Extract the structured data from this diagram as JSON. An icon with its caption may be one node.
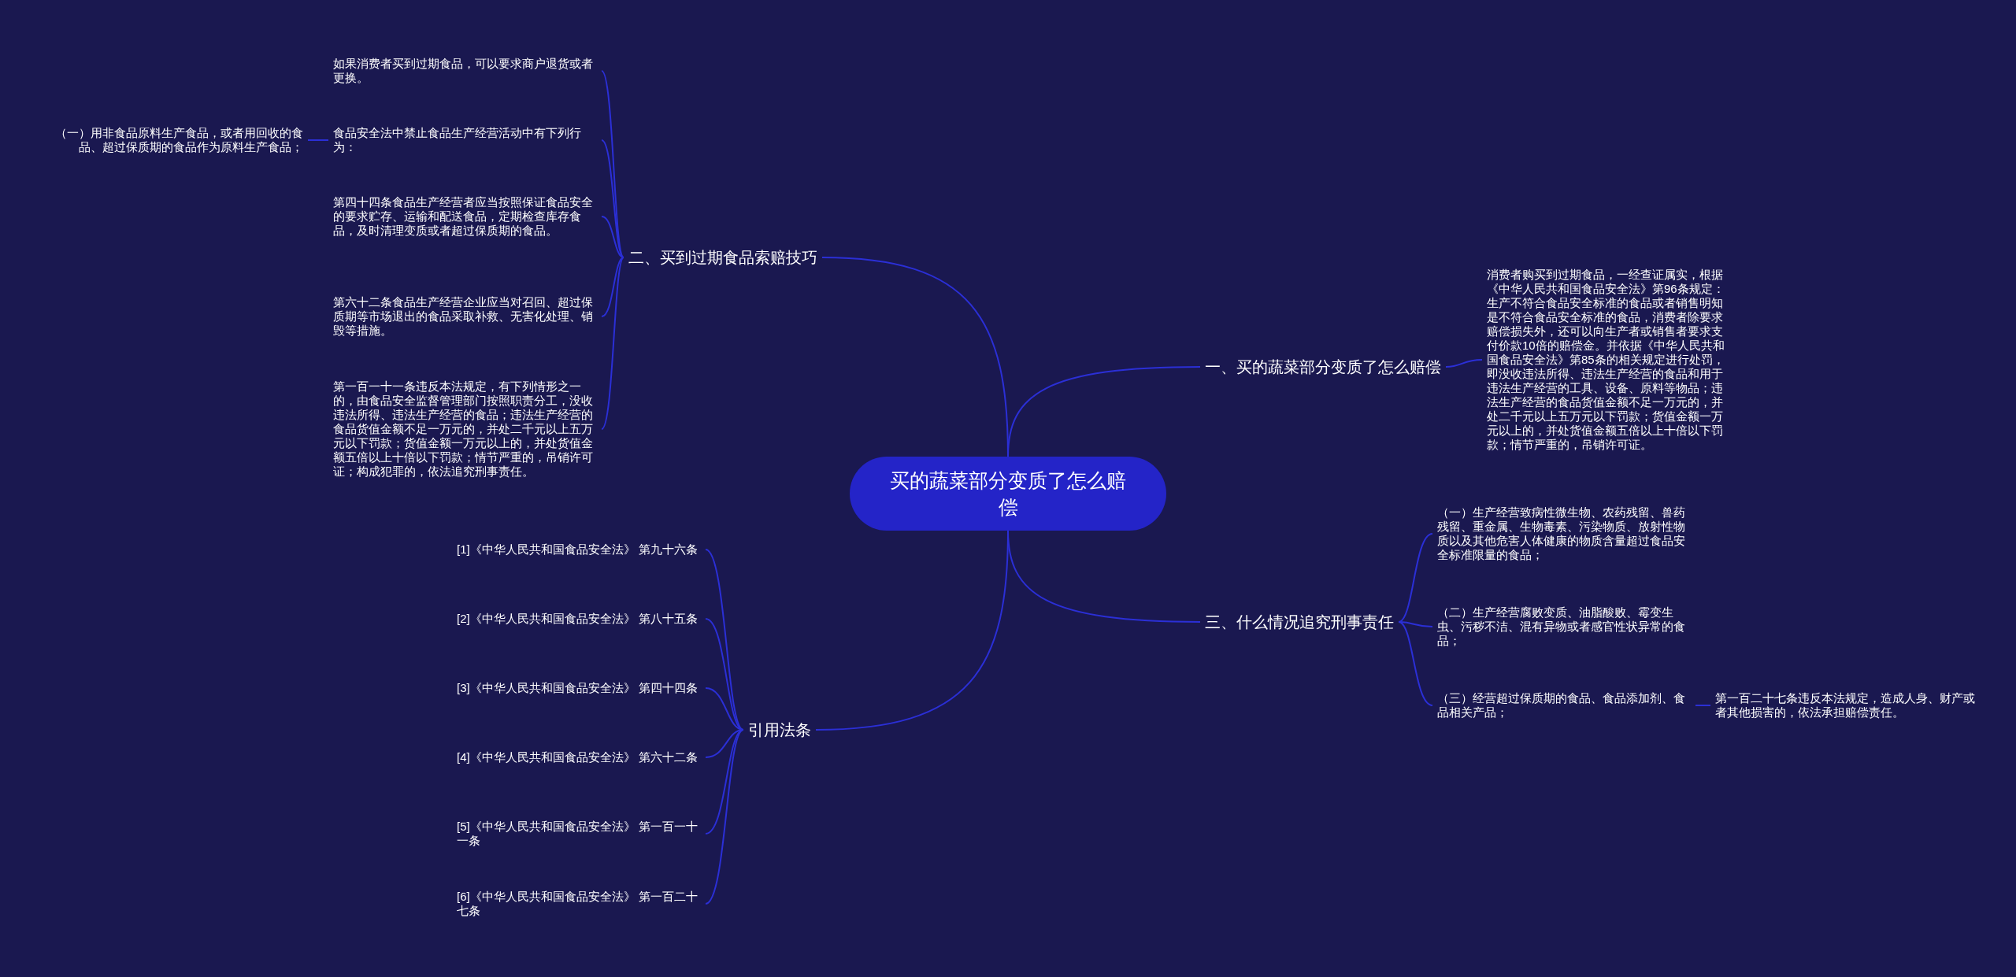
{
  "diagram": {
    "nodes": [
      {
        "text": [
          "买的蔬菜部分变质了怎么赔偿"
        ]
      },
      {
        "text": [
          "一、买的蔬菜部分变质了怎么赔偿"
        ]
      },
      {
        "text": [
          "消费者购买到过期食品，一经查证属实，根据《中华人民共和国食品安全法》第96条规定：生产不符合食品安全标准的食品或者销售明知是不符合食品安全标准的食品，消费者除要求赔偿损失外，还可以向生产者或销售者要求支付价款10倍的赔偿金。并依据《中华人民共和国食品安全法》第85条的相关规定进行处罚，即没收违法所得、违法生产经营的食品和用于违法生产经营的工具、设备、原料等物品；违法生产经营的食品货值金额不足一万元的，并处二千元以上五万元以下罚款；货值金额一万元以上的，并处货值金额五倍以上十倍以下罚款；情节严重的，吊销许可证。"
        ]
      },
      {
        "text": [
          "二、买到过期食品索赔技巧"
        ]
      },
      {
        "text": [
          "如果消费者买到过期食品，可以要求商户退货或者更换。"
        ]
      },
      {
        "text": [
          "食品安全法中禁止食品生产经营活动中有下列行为："
        ]
      },
      {
        "text": [
          "（一）用非食品原料生产食品，或者用回收的食品、超过保质期的食品作为原料生产食品；"
        ]
      },
      {
        "text": [
          "第四十四条食品生产经营者应当按照保证食品安全的要求贮存、运输和配送食品，定期检查库存食品，及时清理变质或者超过保质期的食品。"
        ]
      },
      {
        "text": [
          "第六十二条食品生产经营企业应当对召回、超过保质期等市场退出的食品采取补救、无害化处理、销毁等措施。"
        ]
      },
      {
        "text": [
          "第一百一十一条违反本法规定，有下列情形之一的，由食品安全监督管理部门按照职责分工，没收违法所得、违法生产经营的食品；违法生产经营的食品货值金额不足一万元的，并处二千元以上五万元以下罚款；货值金额一万元以上的，并处货值金额五倍以上十倍以下罚款；情节严重的，吊销许可证；构成犯罪的，依法追究刑事责任。"
        ]
      },
      {
        "text": [
          "三、什么情况追究刑事责任"
        ]
      },
      {
        "text": [
          "（一）生产经营致病性微生物、农药残留、兽药残留、重金属、生物毒素、污染物质、放射性物质以及其他危害人体健康的物质含量超过食品安全标准限量的食品；"
        ]
      },
      {
        "text": [
          "（二）生产经营腐败变质、油脂酸败、霉变生虫、污秽不洁、混有异物或者感官性状异常的食品；"
        ]
      },
      {
        "text": [
          "（三）经营超过保质期的食品、食品添加剂、食品相关产品；"
        ]
      },
      {
        "text": [
          "第一百二十七条违反本法规定，造成人身、财产或者其他损害的，依法承担赔偿责任。"
        ]
      },
      {
        "text": [
          "引用法条"
        ]
      },
      {
        "text": [
          "[1]《中华人民共和国食品安全法》 第九十六条"
        ]
      },
      {
        "text": [
          "[2]《中华人民共和国食品安全法》 第八十五条"
        ]
      },
      {
        "text": [
          "[3]《中华人民共和国食品安全法》 第四十四条"
        ]
      },
      {
        "text": [
          "[4]《中华人民共和国食品安全法》 第六十二条"
        ]
      },
      {
        "text": [
          "[5]《中华人民共和国食品安全法》 第一百一十一条"
        ]
      },
      {
        "text": [
          "[6]《中华人民共和国食品安全法》 第一百二十七条"
        ]
      }
    ],
    "edges": [
      {
        "from": 0,
        "to": 1,
        "arrow": "none"
      },
      {
        "from": 1,
        "to": 2,
        "arrow": "none"
      },
      {
        "from": 0,
        "to": 3,
        "arrow": "none"
      },
      {
        "from": 3,
        "to": 4,
        "arrow": "none"
      },
      {
        "from": 3,
        "to": 5,
        "arrow": "none"
      },
      {
        "from": 5,
        "to": 6,
        "arrow": "none"
      },
      {
        "from": 3,
        "to": 7,
        "arrow": "none"
      },
      {
        "from": 3,
        "to": 8,
        "arrow": "none"
      },
      {
        "from": 3,
        "to": 9,
        "arrow": "none"
      },
      {
        "from": 0,
        "to": 10,
        "arrow": "none"
      },
      {
        "from": 10,
        "to": 11,
        "arrow": "none"
      },
      {
        "from": 10,
        "to": 12,
        "arrow": "none"
      },
      {
        "from": 10,
        "to": 13,
        "arrow": "none"
      },
      {
        "from": 13,
        "to": 14,
        "arrow": "none"
      },
      {
        "from": 0,
        "to": 15,
        "arrow": "none"
      },
      {
        "from": 15,
        "to": 16,
        "arrow": "none"
      },
      {
        "from": 15,
        "to": 17,
        "arrow": "none"
      },
      {
        "from": 15,
        "to": 18,
        "arrow": "none"
      },
      {
        "from": 15,
        "to": 19,
        "arrow": "none"
      },
      {
        "from": 15,
        "to": 20,
        "arrow": "none"
      },
      {
        "from": 15,
        "to": 21,
        "arrow": "none"
      }
    ]
  }
}
